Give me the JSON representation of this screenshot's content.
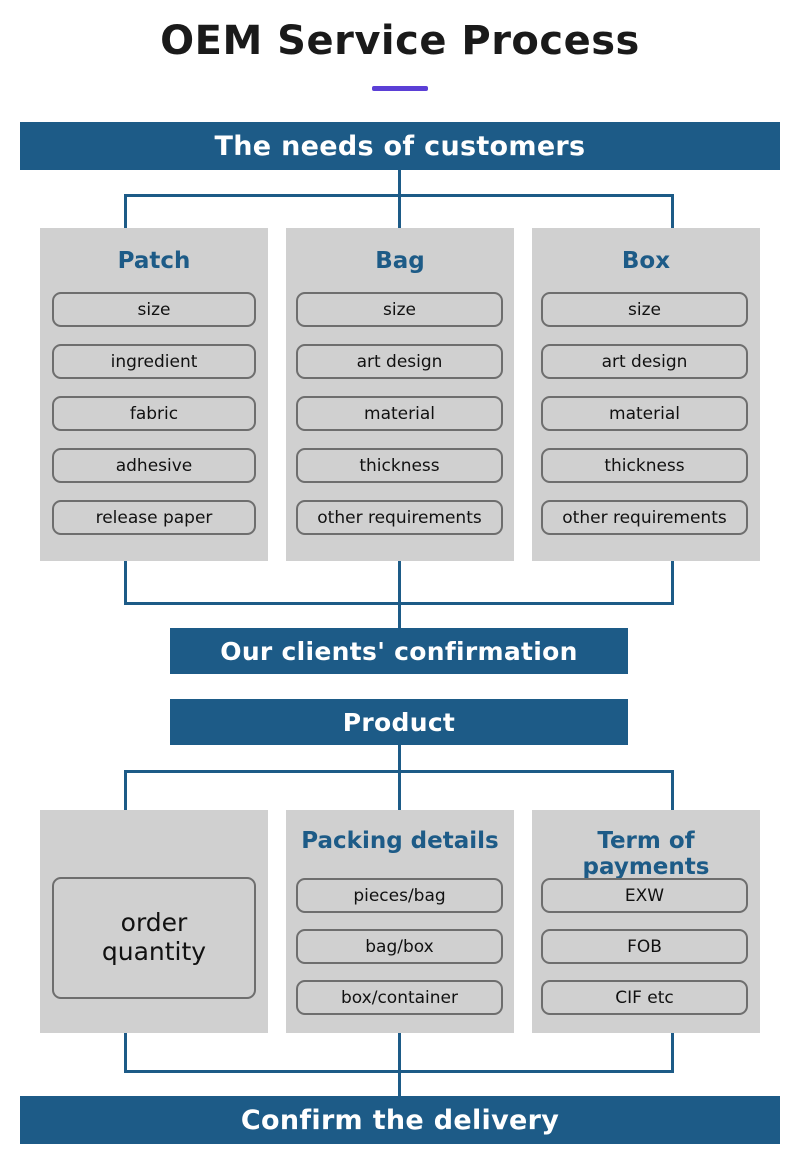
{
  "title": "OEM Service Process",
  "colors": {
    "bar": "#1d5b87",
    "panel": "#d0d0d0",
    "heading": "#1d5b87",
    "accent": "#5b3fd6",
    "pill_border": "#6e6e6e"
  },
  "bars": {
    "needs": "The needs of customers",
    "clients_confirmation": "Our clients' confirmation",
    "product": "Product",
    "confirm_delivery": "Confirm the delivery"
  },
  "top_columns": [
    {
      "heading": "Patch",
      "items": [
        "size",
        "ingredient",
        "fabric",
        "adhesive",
        "release paper"
      ]
    },
    {
      "heading": "Bag",
      "items": [
        "size",
        "art design",
        "material",
        "thickness",
        "other requirements"
      ]
    },
    {
      "heading": "Box",
      "items": [
        "size",
        "art design",
        "material",
        "thickness",
        "other requirements"
      ]
    }
  ],
  "bottom_columns": [
    {
      "heading": "",
      "items": [
        "order quantity"
      ]
    },
    {
      "heading": "Packing details",
      "items": [
        "pieces/bag",
        "bag/box",
        "box/container"
      ]
    },
    {
      "heading": "Term of payments",
      "items": [
        "EXW",
        "FOB",
        "CIF etc"
      ]
    }
  ]
}
